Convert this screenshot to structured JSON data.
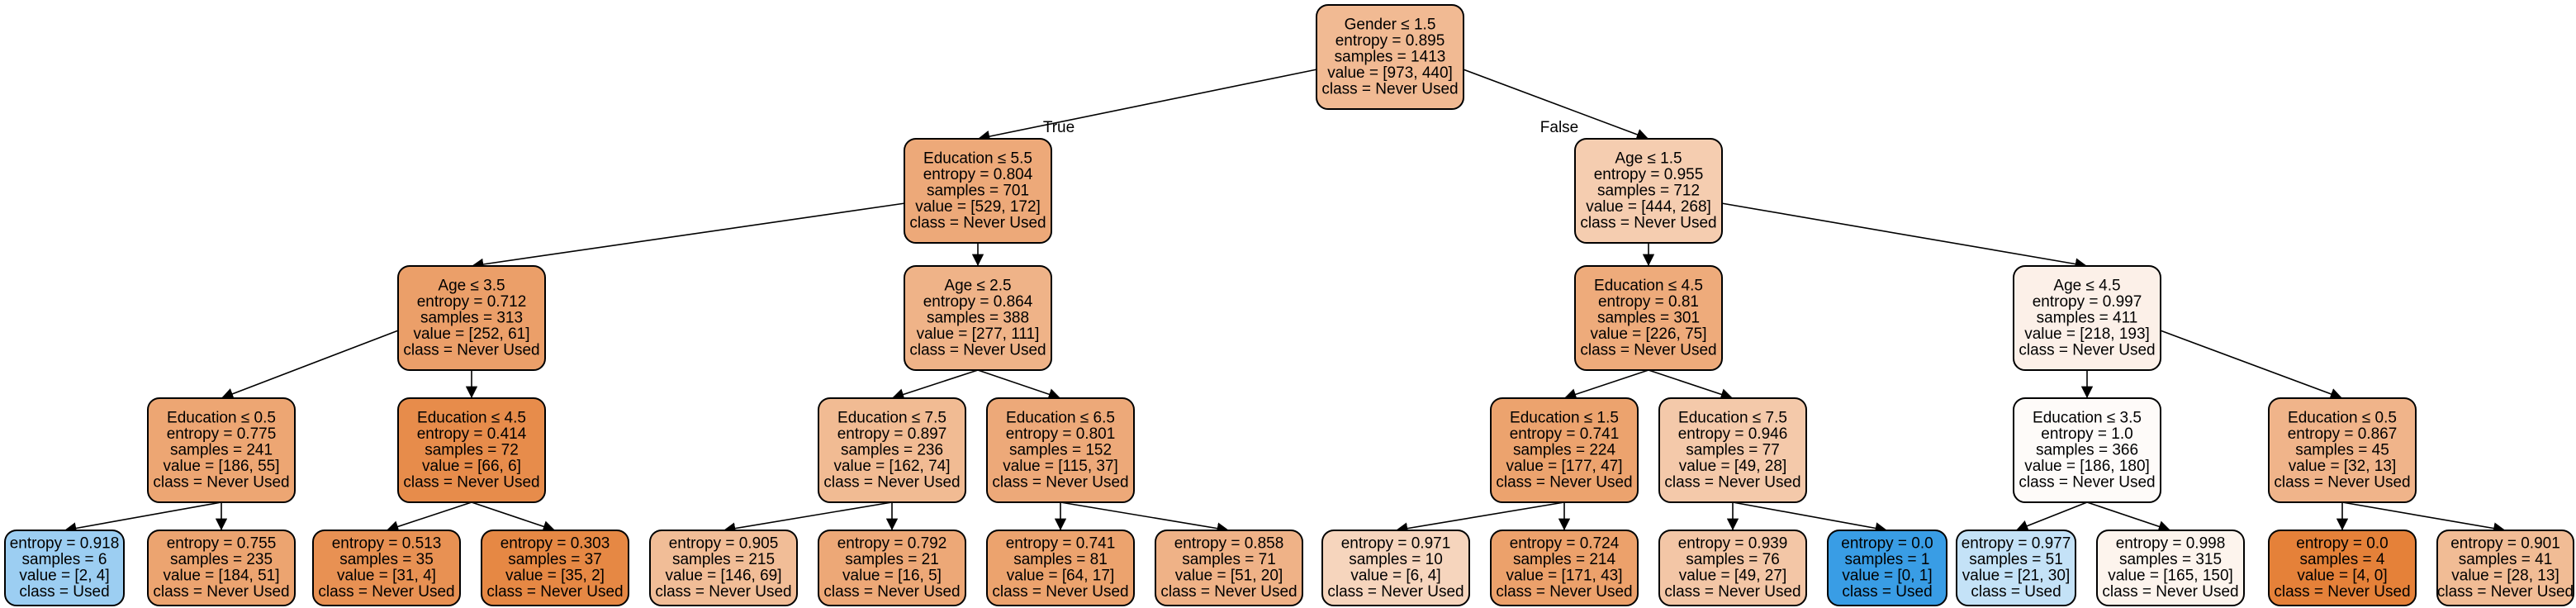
{
  "edge_labels": {
    "true_label": "True",
    "false_label": "False"
  },
  "colors": {
    "never_used_strong": "#e58139",
    "used_strong": "#399de5",
    "border": "#000000"
  },
  "nodes": [
    {
      "id": "n0",
      "lines": [
        "Gender ≤ 1.5",
        "entropy = 0.895",
        "samples = 1413",
        "value = [973, 440]",
        "class = Never Used"
      ],
      "fill": "#f1ba93"
    },
    {
      "id": "n1",
      "lines": [
        "Education ≤ 5.5",
        "entropy = 0.804",
        "samples = 701",
        "value = [529, 172]",
        "class = Never Used"
      ],
      "fill": "#eda979"
    },
    {
      "id": "n2",
      "lines": [
        "Age ≤ 1.5",
        "entropy = 0.955",
        "samples = 712",
        "value = [444, 268]",
        "class = Never Used"
      ],
      "fill": "#f5cdb0"
    },
    {
      "id": "n3",
      "lines": [
        "Age ≤ 3.5",
        "entropy = 0.712",
        "samples = 313",
        "value = [252, 61]",
        "class = Never Used"
      ],
      "fill": "#eb9f69"
    },
    {
      "id": "n4",
      "lines": [
        "Age ≤ 2.5",
        "entropy = 0.864",
        "samples = 388",
        "value = [277, 111]",
        "class = Never Used"
      ],
      "fill": "#efb388"
    },
    {
      "id": "n5",
      "lines": [
        "Education ≤ 4.5",
        "entropy = 0.81",
        "samples = 301",
        "value = [226, 75]",
        "class = Never Used"
      ],
      "fill": "#eeab7b"
    },
    {
      "id": "n6",
      "lines": [
        "Age ≤ 4.5",
        "entropy = 0.997",
        "samples = 411",
        "value = [218, 193]",
        "class = Never Used"
      ],
      "fill": "#fcf0e8"
    },
    {
      "id": "n7",
      "lines": [
        "Education ≤ 0.5",
        "entropy = 0.775",
        "samples = 241",
        "value = [186, 55]",
        "class = Never Used"
      ],
      "fill": "#eda673"
    },
    {
      "id": "n8",
      "lines": [
        "Education ≤ 4.5",
        "entropy = 0.414",
        "samples = 72",
        "value = [66, 6]",
        "class = Never Used"
      ],
      "fill": "#e78c4b"
    },
    {
      "id": "n9",
      "lines": [
        "Education ≤ 7.5",
        "entropy = 0.897",
        "samples = 236",
        "value = [162, 74]",
        "class = Never Used"
      ],
      "fill": "#f1bb93"
    },
    {
      "id": "n10",
      "lines": [
        "Education ≤ 6.5",
        "entropy = 0.801",
        "samples = 152",
        "value = [115, 37]",
        "class = Never Used"
      ],
      "fill": "#eda979"
    },
    {
      "id": "n11",
      "lines": [
        "Education ≤ 1.5",
        "entropy = 0.741",
        "samples = 224",
        "value = [177, 47]",
        "class = Never Used"
      ],
      "fill": "#eca36e"
    },
    {
      "id": "n12",
      "lines": [
        "Education ≤ 7.5",
        "entropy = 0.946",
        "samples = 77",
        "value = [49, 28]",
        "class = Never Used"
      ],
      "fill": "#f4c9aa"
    },
    {
      "id": "n13",
      "lines": [
        "Education ≤ 3.5",
        "entropy = 1.0",
        "samples = 366",
        "value = [186, 180]",
        "class = Never Used"
      ],
      "fill": "#fefbf9"
    },
    {
      "id": "n14",
      "lines": [
        "Education ≤ 0.5",
        "entropy = 0.867",
        "samples = 45",
        "value = [32, 13]",
        "class = Never Used"
      ],
      "fill": "#f0b48a"
    },
    {
      "id": "n15",
      "lines": [
        "entropy = 0.918",
        "samples = 6",
        "value = [2, 4]",
        "class = Used"
      ],
      "fill": "#9ccef2"
    },
    {
      "id": "n16",
      "lines": [
        "entropy = 0.755",
        "samples = 235",
        "value = [184, 51]",
        "class = Never Used"
      ],
      "fill": "#eca470"
    },
    {
      "id": "n17",
      "lines": [
        "entropy = 0.513",
        "samples = 35",
        "value = [31, 4]",
        "class = Never Used"
      ],
      "fill": "#e89153"
    },
    {
      "id": "n18",
      "lines": [
        "entropy = 0.303",
        "samples = 37",
        "value = [35, 2]",
        "class = Never Used"
      ],
      "fill": "#e68844"
    },
    {
      "id": "n19",
      "lines": [
        "entropy = 0.905",
        "samples = 215",
        "value = [146, 69]",
        "class = Never Used"
      ],
      "fill": "#f1bd97"
    },
    {
      "id": "n20",
      "lines": [
        "entropy = 0.792",
        "samples = 21",
        "value = [16, 5]",
        "class = Never Used"
      ],
      "fill": "#eda877"
    },
    {
      "id": "n21",
      "lines": [
        "entropy = 0.741",
        "samples = 81",
        "value = [64, 17]",
        "class = Never Used"
      ],
      "fill": "#eca36e"
    },
    {
      "id": "n22",
      "lines": [
        "entropy = 0.858",
        "samples = 71",
        "value = [51, 20]",
        "class = Never Used"
      ],
      "fill": "#efb287"
    },
    {
      "id": "n23",
      "lines": [
        "entropy = 0.971",
        "samples = 10",
        "value = [6, 4]",
        "class = Never Used"
      ],
      "fill": "#f6d5bd"
    },
    {
      "id": "n24",
      "lines": [
        "entropy = 0.724",
        "samples = 214",
        "value = [171, 43]",
        "class = Never Used"
      ],
      "fill": "#eca16b"
    },
    {
      "id": "n25",
      "lines": [
        "entropy = 0.939",
        "samples = 76",
        "value = [49, 27]",
        "class = Never Used"
      ],
      "fill": "#f3c6a6"
    },
    {
      "id": "n26",
      "lines": [
        "entropy = 0.0",
        "samples = 1",
        "value = [0, 1]",
        "class = Used"
      ],
      "fill": "#399de5"
    },
    {
      "id": "n27",
      "lines": [
        "entropy = 0.977",
        "samples = 51",
        "value = [21, 30]",
        "class = Used"
      ],
      "fill": "#c4e2f7"
    },
    {
      "id": "n28",
      "lines": [
        "entropy = 0.998",
        "samples = 315",
        "value = [165, 150]",
        "class = Never Used"
      ],
      "fill": "#fdf4ed"
    },
    {
      "id": "n29",
      "lines": [
        "entropy = 0.0",
        "samples = 4",
        "value = [4, 0]",
        "class = Never Used"
      ],
      "fill": "#e58139"
    },
    {
      "id": "n30",
      "lines": [
        "entropy = 0.901",
        "samples = 41",
        "value = [28, 13]",
        "class = Never Used"
      ],
      "fill": "#f1bc95"
    }
  ],
  "edges": [
    [
      "n0",
      "n1"
    ],
    [
      "n0",
      "n2"
    ],
    [
      "n1",
      "n3"
    ],
    [
      "n1",
      "n4"
    ],
    [
      "n2",
      "n5"
    ],
    [
      "n2",
      "n6"
    ],
    [
      "n3",
      "n7"
    ],
    [
      "n3",
      "n8"
    ],
    [
      "n4",
      "n9"
    ],
    [
      "n4",
      "n10"
    ],
    [
      "n5",
      "n11"
    ],
    [
      "n5",
      "n12"
    ],
    [
      "n6",
      "n13"
    ],
    [
      "n6",
      "n14"
    ],
    [
      "n7",
      "n15"
    ],
    [
      "n7",
      "n16"
    ],
    [
      "n8",
      "n17"
    ],
    [
      "n8",
      "n18"
    ],
    [
      "n9",
      "n19"
    ],
    [
      "n9",
      "n20"
    ],
    [
      "n10",
      "n21"
    ],
    [
      "n10",
      "n22"
    ],
    [
      "n11",
      "n23"
    ],
    [
      "n11",
      "n24"
    ],
    [
      "n12",
      "n25"
    ],
    [
      "n12",
      "n26"
    ],
    [
      "n13",
      "n27"
    ],
    [
      "n13",
      "n28"
    ],
    [
      "n14",
      "n29"
    ],
    [
      "n14",
      "n30"
    ]
  ]
}
